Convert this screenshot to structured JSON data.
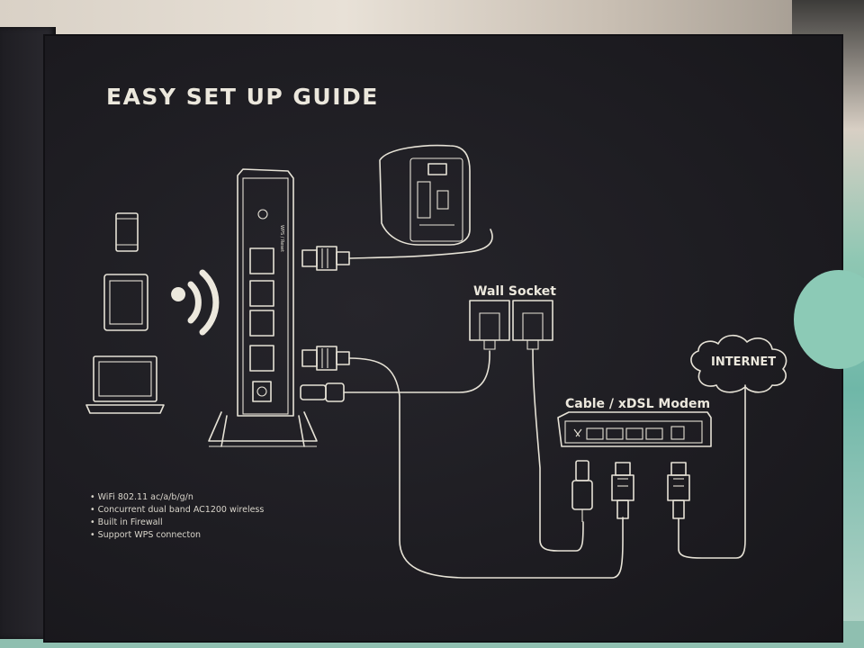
{
  "guide": {
    "title": "EASY SET UP GUIDE",
    "wall_socket": "Wall Socket",
    "modem": "Cable / xDSL Modem",
    "internet": "INTERNET",
    "features": [
      "WiFi 802.11 ac/a/b/g/n",
      "Concurrent dual band AC1200 wireless",
      "Built in Firewall",
      "Support WPS connecton"
    ]
  },
  "icons": [
    "phone-icon",
    "tablet-icon",
    "laptop-icon",
    "wifi-icon",
    "router-icon",
    "desktop-computer-icon",
    "ethernet-plug-icon",
    "power-plug-icon",
    "wall-socket-icon",
    "modem-icon",
    "cloud-icon"
  ],
  "colors": {
    "background": "#1c1b20",
    "line_art": "#e6e2d6"
  }
}
